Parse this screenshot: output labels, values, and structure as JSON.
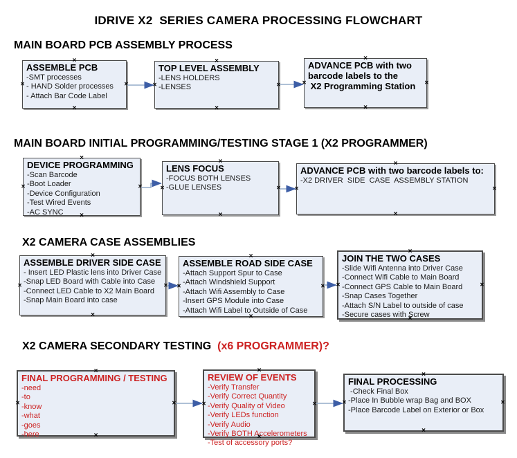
{
  "title": "IDRIVE X2  SERIES CAMERA PROCESSING FLOWCHART",
  "colors": {
    "background": "#FFFFFF",
    "box_fill": "#E9EEF7",
    "box_border": "#4A4A4A",
    "red_text": "#CC2222",
    "connector_line": "#94ABC8",
    "connector_arrowhead": "#3D5EA6"
  },
  "sections": [
    {
      "heading": "MAIN BOARD PCB ASSEMBLY PROCESS",
      "boxes": [
        {
          "title": "ASSEMBLE PCB",
          "items": [
            "-SMT processes",
            "- HAND Solder processes",
            "- Attach Bar Code Label"
          ]
        },
        {
          "title": "TOP LEVEL ASSEMBLY",
          "items": [
            "-LENS HOLDERS",
            "-LENSES"
          ]
        },
        {
          "title": "ADVANCE PCB with two\nbarcode labels to the\n X2 Programming Station",
          "items": []
        }
      ]
    },
    {
      "heading": "MAIN BOARD INITIAL PROGRAMMING/TESTING STAGE 1 (X2 PROGRAMMER)",
      "boxes": [
        {
          "title": "DEVICE PROGRAMMING",
          "items": [
            "-Scan Barcode",
            "-Boot Loader",
            "-Device Configuration",
            "-Test Wired Events",
            "-AC SYNC"
          ]
        },
        {
          "title": "LENS FOCUS",
          "items": [
            "-FOCUS BOTH LENSES",
            "-GLUE LENSES"
          ]
        },
        {
          "title": "ADVANCE PCB with two barcode labels to:",
          "items": [
            "-X2 DRIVER  SIDE  CASE  ASSEMBLY STATION"
          ]
        }
      ]
    },
    {
      "heading": "X2 CAMERA CASE ASSEMBLIES",
      "boxes": [
        {
          "title": "ASSEMBLE DRIVER SIDE CASE",
          "items": [
            "- Insert LED Plastic lens into Driver Case",
            "-Snap LED Board with Cable into Case",
            "-Connect LED Cable to X2 Main Board",
            "-Snap Main Board into case"
          ]
        },
        {
          "title": "ASSEMBLE ROAD SIDE CASE",
          "items": [
            "-Attach Support Spur to Case",
            "-Attach Windshield Support",
            "-Attach Wifi Assembly to Case",
            "-Insert GPS Module into Case",
            "-Attach Wifi Label to Outside of Case"
          ]
        },
        {
          "title": "JOIN THE TWO CASES",
          "items": [
            "-Slide Wifi Antenna into Driver Case",
            "-Connect Wifi Cable to Main Board",
            "-Connect GPS Cable to Main Board",
            "-Snap Cases Together",
            "-Attach S/N Label to outside of case",
            "-Secure cases with Screw"
          ]
        }
      ]
    },
    {
      "heading": "X2 CAMERA SECONDARY TESTING  ",
      "heading_red": "(x6 PROGRAMMER)?",
      "boxes": [
        {
          "title": "FINAL PROGRAMMING / TESTING",
          "items": [
            "-need",
            "-to",
            "-know",
            "-what",
            "-goes",
            "-here"
          ]
        },
        {
          "title": "REVIEW OF EVENTS",
          "items": [
            "-Verify Transfer",
            "-Verify Correct Quantity",
            "-Verify Quality of Video",
            "-Verify LEDs function",
            "-Verify Audio",
            "-Verify BOTH Accelerometers",
            "-Test of accessory ports?"
          ]
        },
        {
          "title": "FINAL PROCESSING",
          "items": [
            " -Check Final Box",
            "-Place In Bubble wrap Bag and BOX",
            "-Place Barcode Label on Exterior or Box"
          ]
        }
      ]
    }
  ]
}
